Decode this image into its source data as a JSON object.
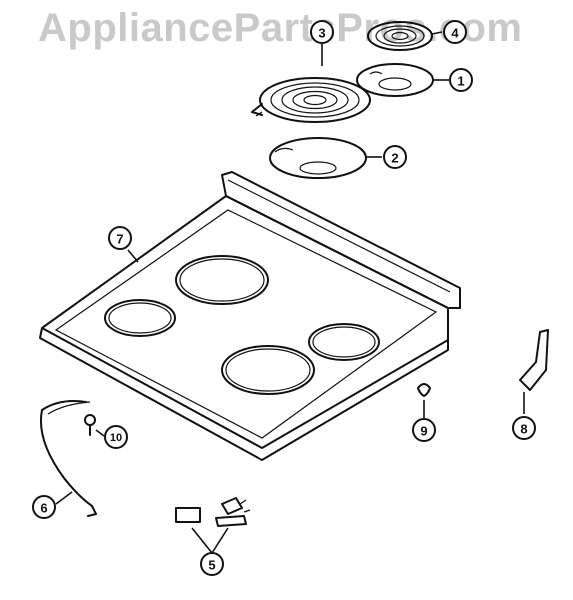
{
  "watermark": "AppliancePartsPros.com",
  "callouts": [
    {
      "id": "1",
      "label": "1"
    },
    {
      "id": "2",
      "label": "2"
    },
    {
      "id": "3",
      "label": "3"
    },
    {
      "id": "4",
      "label": "4"
    },
    {
      "id": "5",
      "label": "5"
    },
    {
      "id": "6",
      "label": "6"
    },
    {
      "id": "7",
      "label": "7"
    },
    {
      "id": "8",
      "label": "8"
    },
    {
      "id": "9",
      "label": "9"
    },
    {
      "id": "10",
      "label": "10"
    }
  ]
}
